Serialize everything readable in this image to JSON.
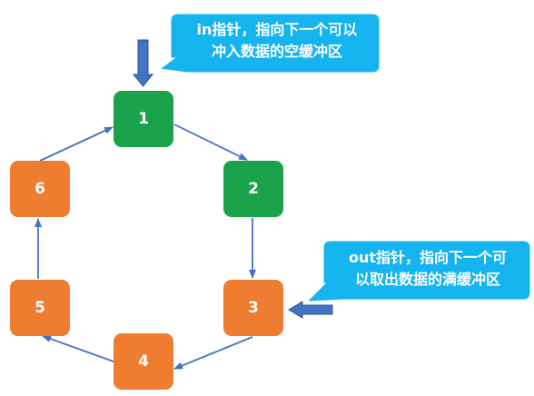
{
  "colors": {
    "filled": "#1aa34a",
    "empty": "#ee7d31",
    "arrow": "#4472c4",
    "callout": "#16b4ee"
  },
  "nodes": [
    {
      "label": "1",
      "state": "filled"
    },
    {
      "label": "2",
      "state": "filled"
    },
    {
      "label": "3",
      "state": "empty"
    },
    {
      "label": "4",
      "state": "empty"
    },
    {
      "label": "5",
      "state": "empty"
    },
    {
      "label": "6",
      "state": "empty"
    }
  ],
  "callouts": {
    "in_pointer": {
      "line1": "in指针，指向下一个可以",
      "line2": "冲入数据的空缓冲区"
    },
    "out_pointer": {
      "line1": "out指针，指向下一个可",
      "line2": "以取出数据的满缓冲区"
    }
  }
}
